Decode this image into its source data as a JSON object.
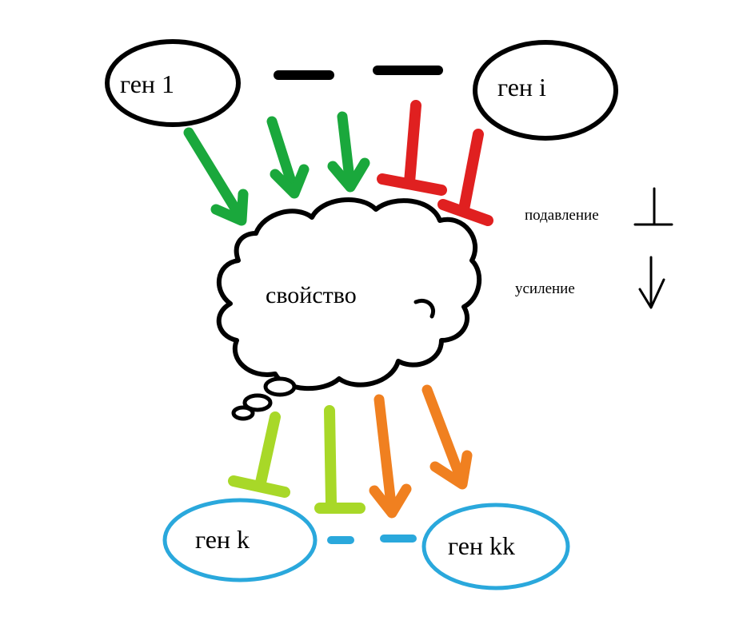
{
  "nodes": {
    "gene_1": "ген 1",
    "gene_i": "ген i",
    "property": "свойство",
    "gene_k": "ген k",
    "gene_kk": "ген kk"
  },
  "legend": {
    "suppression": "подавление",
    "enhancement": "усиление"
  },
  "colors": {
    "enhance_top": "#1aa83c",
    "suppress_top": "#e02020",
    "suppress_bottom": "#a8d828",
    "enhance_bottom": "#f08020",
    "bottom_genes": "#2aa8dc",
    "outline": "#000000"
  }
}
